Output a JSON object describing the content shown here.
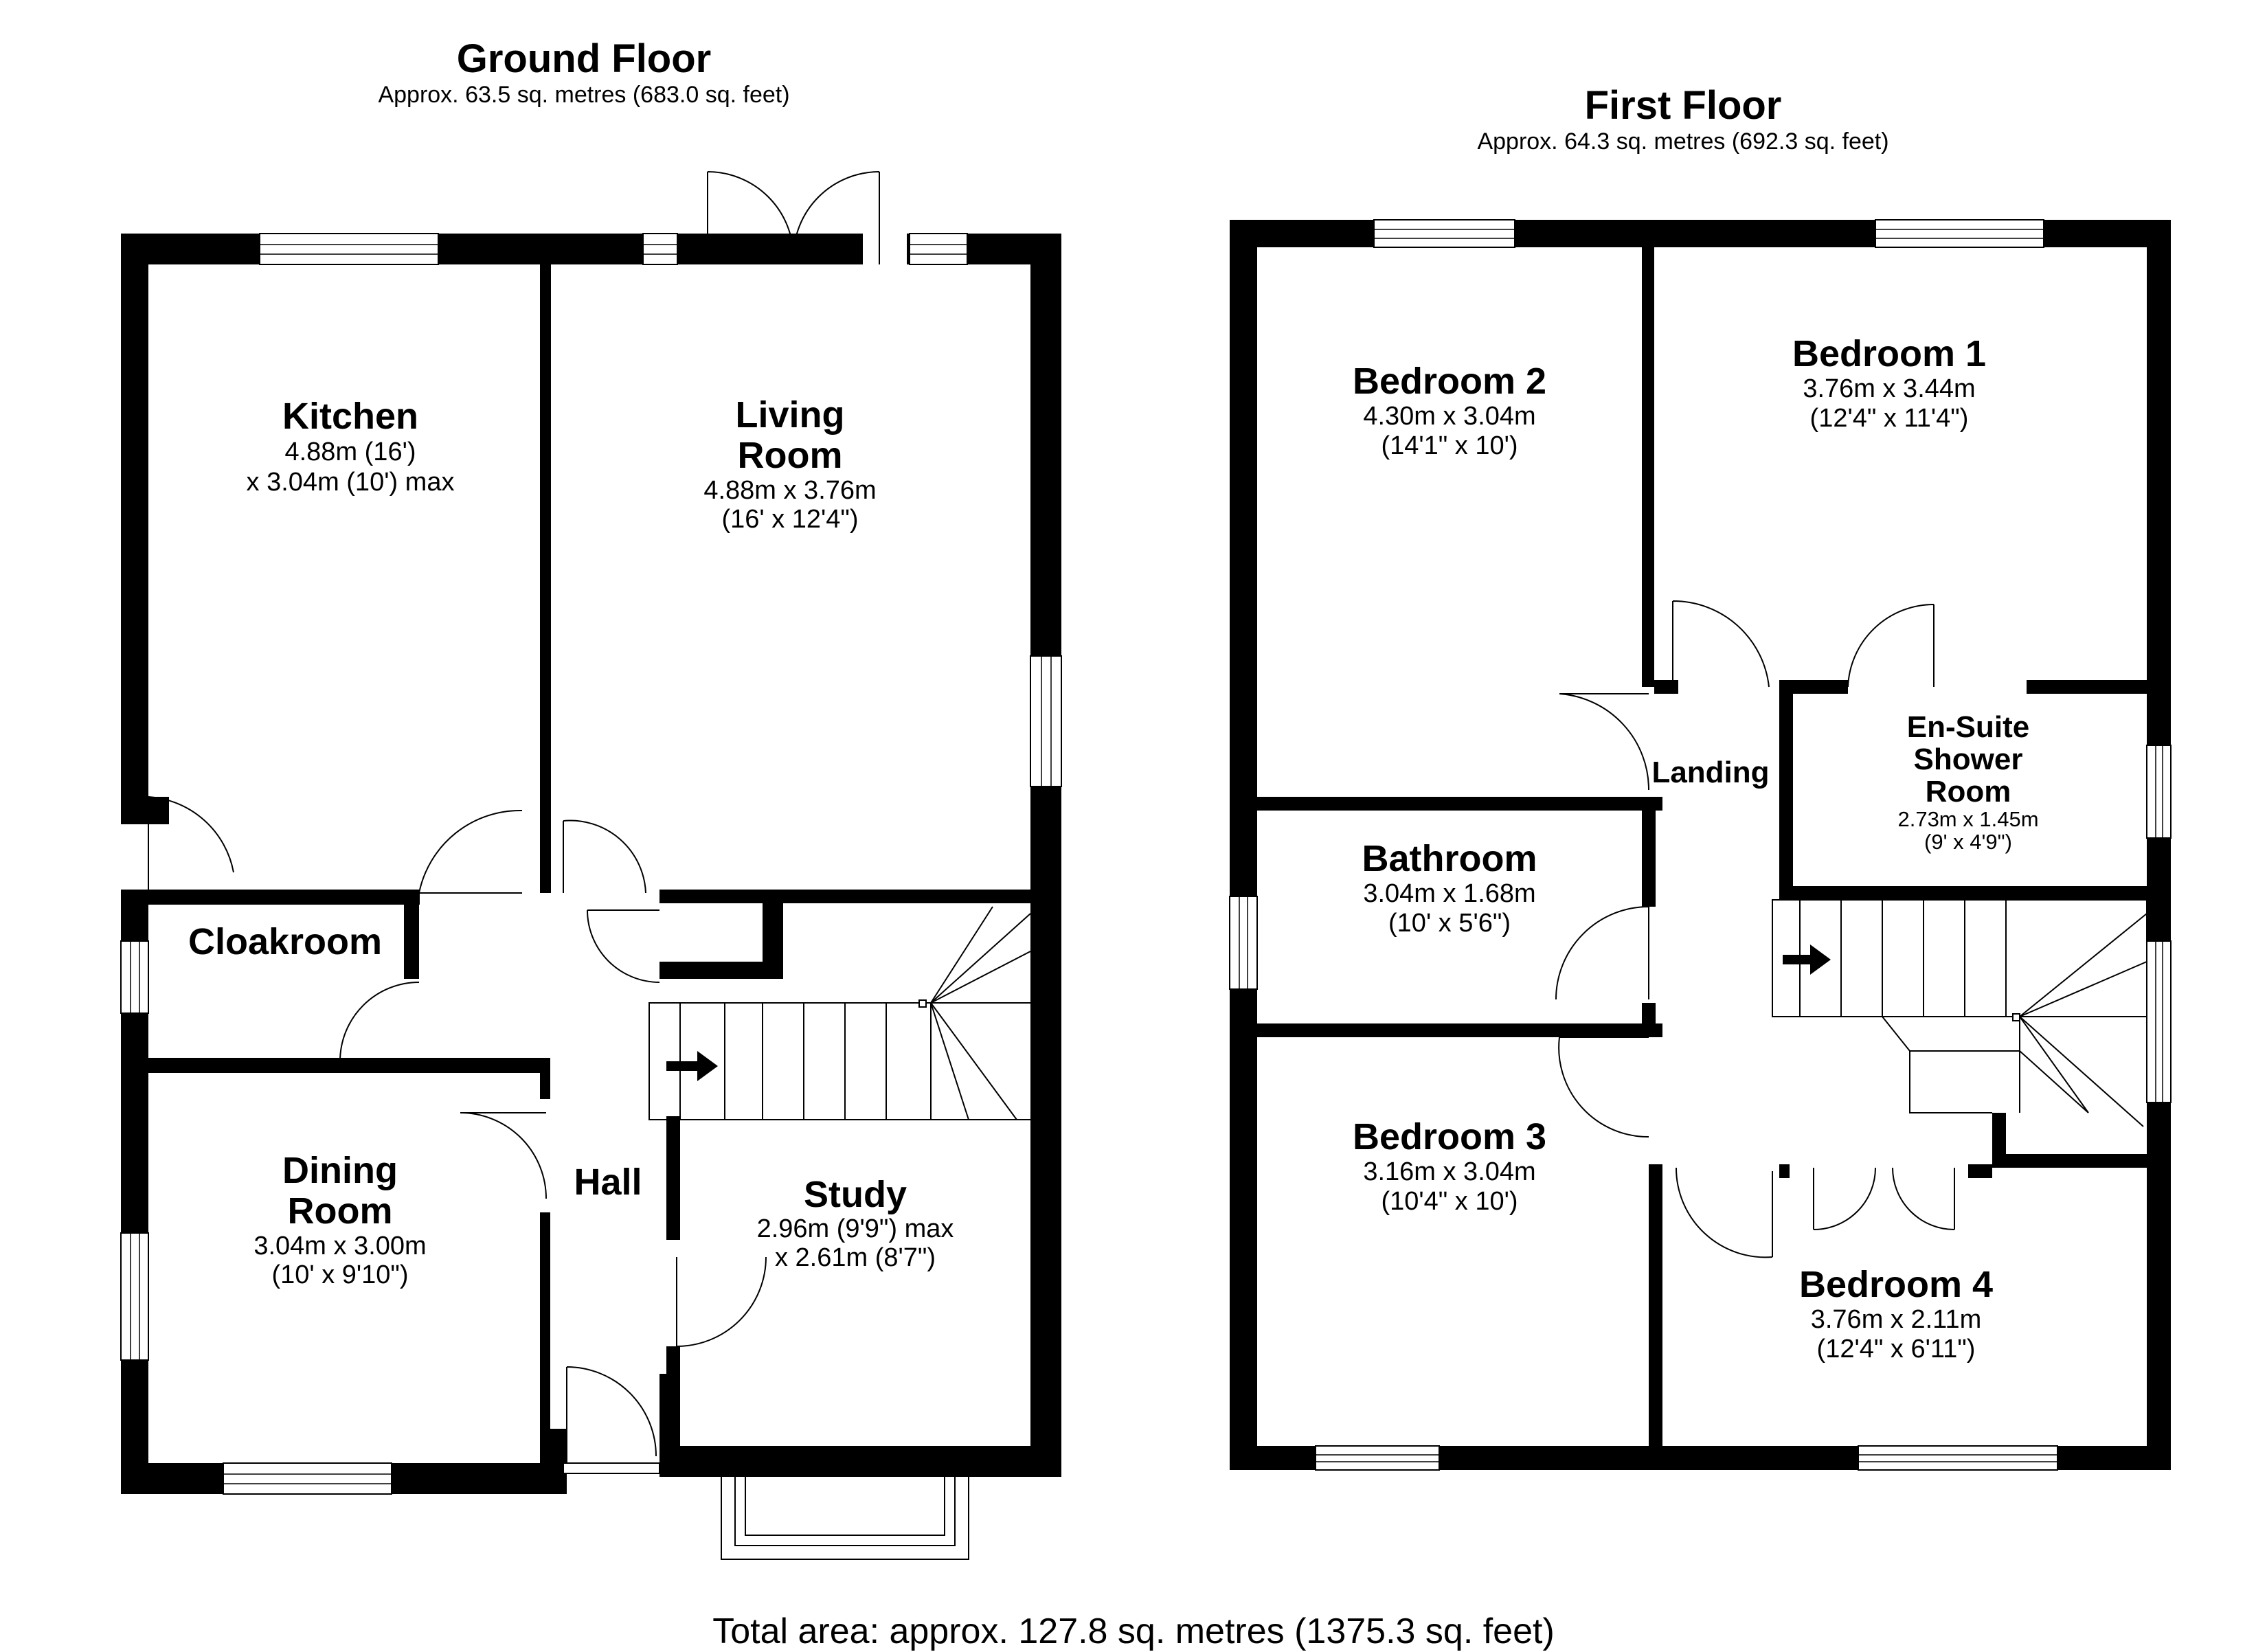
{
  "ground_floor": {
    "title": "Ground Floor",
    "area": "Approx. 63.5 sq. metres (683.0 sq. feet)",
    "rooms": {
      "kitchen": {
        "name": "Kitchen",
        "dim1": "4.88m (16')",
        "dim2": "x 3.04m (10') max"
      },
      "living": {
        "name1": "Living",
        "name2": "Room",
        "dim1": "4.88m x 3.76m",
        "dim2": "(16' x 12'4\")"
      },
      "cloakroom": {
        "name": "Cloakroom"
      },
      "dining": {
        "name1": "Dining",
        "name2": "Room",
        "dim1": "3.04m x 3.00m",
        "dim2": "(10' x 9'10\")"
      },
      "hall": {
        "name": "Hall"
      },
      "study": {
        "name": "Study",
        "dim1": "2.96m (9'9\") max",
        "dim2": "x 2.61m (8'7\")"
      }
    }
  },
  "first_floor": {
    "title": "First Floor",
    "area": "Approx. 64.3 sq. metres (692.3 sq. feet)",
    "rooms": {
      "bedroom2": {
        "name": "Bedroom 2",
        "dim1": "4.30m x 3.04m",
        "dim2": "(14'1\" x 10')"
      },
      "bedroom1": {
        "name": "Bedroom 1",
        "dim1": "3.76m x 3.44m",
        "dim2": "(12'4\" x 11'4\")"
      },
      "landing": {
        "name": "Landing"
      },
      "ensuite": {
        "name1": "En-Suite",
        "name2": "Shower",
        "name3": "Room",
        "dim1": "2.73m x 1.45m",
        "dim2": "(9' x 4'9\")"
      },
      "bathroom": {
        "name": "Bathroom",
        "dim1": "3.04m x 1.68m",
        "dim2": "(10' x 5'6\")"
      },
      "bedroom3": {
        "name": "Bedroom 3",
        "dim1": "3.16m x 3.04m",
        "dim2": "(10'4\" x 10')"
      },
      "bedroom4": {
        "name": "Bedroom 4",
        "dim1": "3.76m x 2.11m",
        "dim2": "(12'4\" x 6'11\")"
      }
    }
  },
  "total_area": "Total area: approx. 127.8 sq. metres (1375.3 sq. feet)"
}
